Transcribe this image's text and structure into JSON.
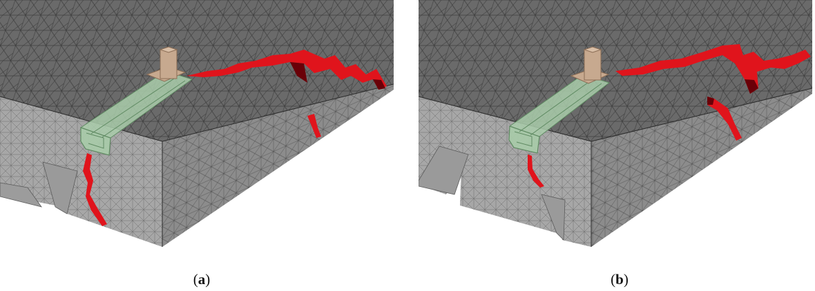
{
  "figure": {
    "panels": [
      {
        "id": "a",
        "label": "a"
      },
      {
        "id": "b",
        "label": "b"
      }
    ]
  },
  "colors": {
    "top_face": "#6a6a6a",
    "front_face": "#a7a7a7",
    "side_face": "#8c8c8c",
    "mesh_line_dark": "#3c3c3c",
    "mesh_line_light": "#6e6e6e",
    "crack": "#e0141c",
    "crack_shadow": "#6a0008",
    "channel": "#a9ccaa",
    "channel_edge": "#5f8a62",
    "anchor": "#c7a98f",
    "anchor_edge": "#8b6d55",
    "background": "#ffffff"
  }
}
